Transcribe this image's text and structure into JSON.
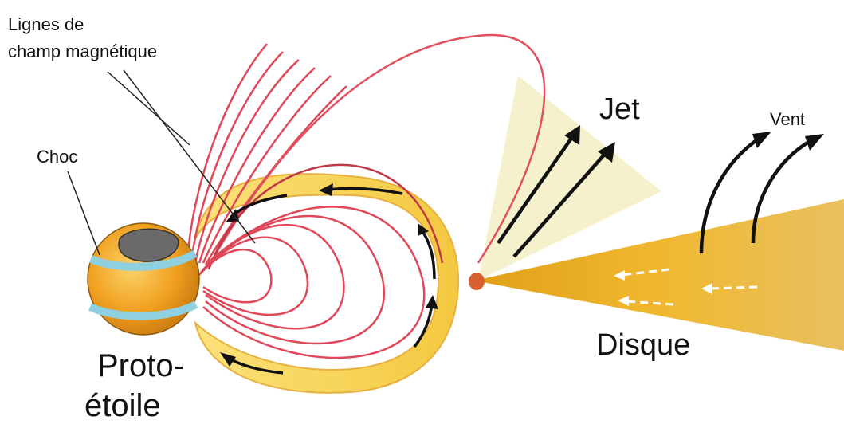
{
  "labels": {
    "field_lines_line1": "Lignes de",
    "field_lines_line2": "champ magnétique",
    "shock": "Choc",
    "protostar_line1": "Proto-",
    "protostar_line2": "étoile",
    "jet": "Jet",
    "wind": "Vent",
    "disk": "Disque"
  },
  "colors": {
    "field_line": "#e04858",
    "field_line_dark": "#b83040",
    "star_body": "#f0a020",
    "star_band": "#8fd0e0",
    "star_cap": "#6a6a6a",
    "loop_fill": "#f8d040",
    "disk": "#f0b020",
    "jet_cone": "#f5efc8",
    "arrow": "#111111",
    "inflow_arrow": "#ffffff"
  }
}
